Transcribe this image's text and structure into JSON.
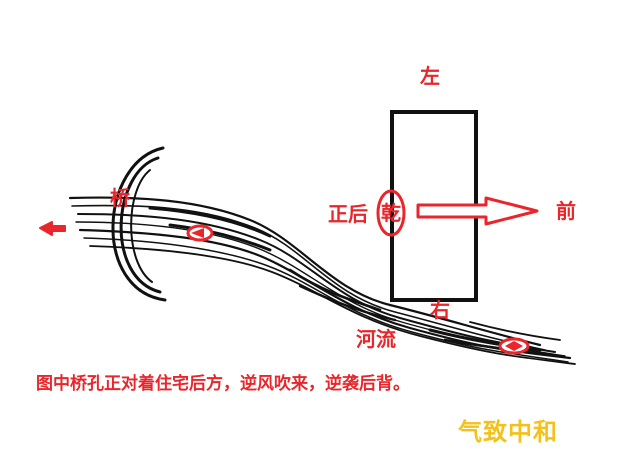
{
  "labels": {
    "left": "左",
    "right": "右",
    "front": "前",
    "back": "正后",
    "qian": "乾",
    "bridge": "桥",
    "river": "河流"
  },
  "caption": "图中桥孔正对着住宅后方，逆风吹来，逆袭后背。",
  "brand": "气致中和",
  "colors": {
    "red": "#e8262b",
    "black": "#111111",
    "brand": "#f2c21a"
  },
  "icons": [
    "bridge-arch-icon",
    "arrow-left-icon",
    "arrow-right-icon",
    "house-rectangle-icon",
    "river-stroke-icon",
    "eye-marker-icon"
  ]
}
